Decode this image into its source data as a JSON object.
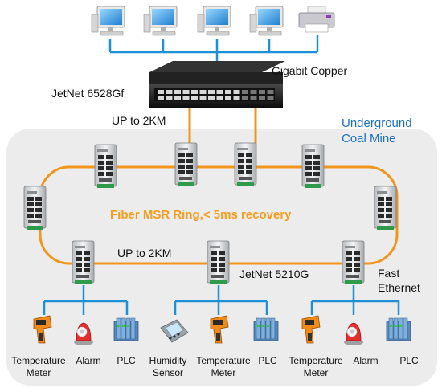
{
  "diagram": {
    "core_switch_label": "JetNet 6528Gf",
    "uplink_label": "Gigabit Copper",
    "uplink_distance_label": "UP to 2KM",
    "zone_label_line1": "Underground",
    "zone_label_line2": "Coal Mine",
    "ring_label": "Fiber MSR Ring,< 5ms recovery",
    "ring_distance_label": "UP to 2KM",
    "edge_switch_label": "JetNet 5210G",
    "edge_link_label_line1": "Fast",
    "edge_link_label_line2": "Ethernet",
    "devices": [
      {
        "line1": "Temperature",
        "line2": "Meter",
        "icon": "thermometer-gun-icon"
      },
      {
        "line1": "Alarm",
        "line2": "",
        "icon": "alarm-icon"
      },
      {
        "line1": "PLC",
        "line2": "",
        "icon": "plc-icon"
      },
      {
        "line1": "Humidity",
        "line2": "Sensor",
        "icon": "humidity-sensor-icon"
      },
      {
        "line1": "Temperature",
        "line2": "Meter",
        "icon": "thermometer-gun-icon"
      },
      {
        "line1": "PLC",
        "line2": "",
        "icon": "plc-icon"
      },
      {
        "line1": "Temperature",
        "line2": "Meter",
        "icon": "thermometer-gun-icon"
      },
      {
        "line1": "Alarm",
        "line2": "",
        "icon": "alarm-icon"
      },
      {
        "line1": "PLC",
        "line2": "",
        "icon": "plc-icon"
      }
    ],
    "colors": {
      "ring": "#f0961e",
      "copper": "#1e90d8",
      "zone_background": "#ececec",
      "blue_text": "#1a70c0",
      "ring_text": "#f39c1e"
    }
  }
}
